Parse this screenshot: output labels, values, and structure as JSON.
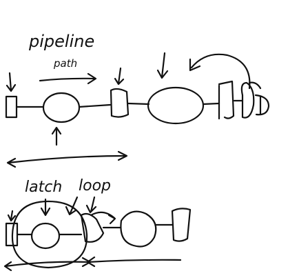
{
  "labels": {
    "top_title": "pipeline",
    "top_subtitle": "path",
    "latch": "latch",
    "loop": "loop"
  },
  "colors": {
    "ink": "#111111",
    "background": "#ffffff"
  }
}
